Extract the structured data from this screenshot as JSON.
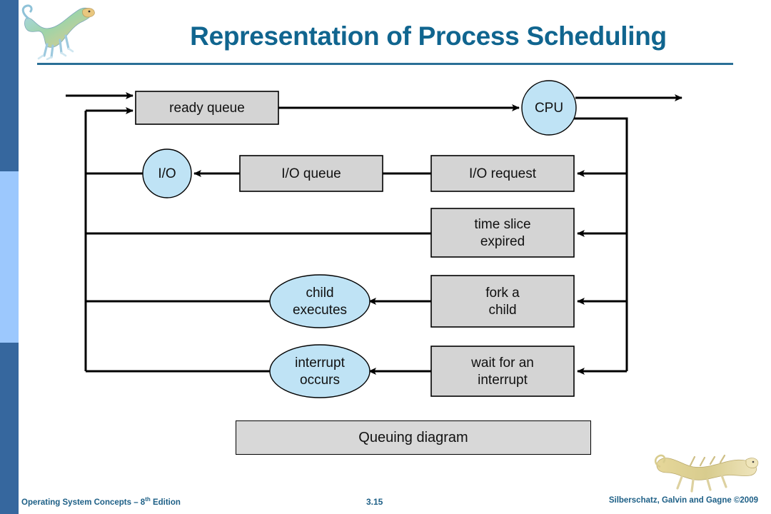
{
  "slide": {
    "title": "Representation of Process Scheduling",
    "caption": "Queuing diagram"
  },
  "colors": {
    "title_blue": "#10658f",
    "rule_blue": "#2a6f96",
    "sidebar_dark": "#36679e",
    "sidebar_light": "#9cc8fd",
    "box_fill": "#d4d4d4",
    "ellipse_fill": "#bfe3f5",
    "stroke": "#000000",
    "footer_blue": "#1d5f86"
  },
  "diagram": {
    "boxes": [
      {
        "id": "ready-queue",
        "label": "ready queue",
        "shape": "rect"
      },
      {
        "id": "io-queue",
        "label": "I/O queue",
        "shape": "rect"
      },
      {
        "id": "io-request",
        "label": "I/O request",
        "shape": "rect"
      },
      {
        "id": "time-slice",
        "label_line1": "time slice",
        "label_line2": "expired",
        "shape": "rect"
      },
      {
        "id": "fork-child",
        "label_line1": "fork a",
        "label_line2": "child",
        "shape": "rect"
      },
      {
        "id": "wait-interrupt",
        "label_line1": "wait for an",
        "label_line2": "interrupt",
        "shape": "rect"
      }
    ],
    "ovals": [
      {
        "id": "cpu",
        "label": "CPU",
        "shape": "circle"
      },
      {
        "id": "io",
        "label": "I/O",
        "shape": "circle"
      },
      {
        "id": "child-executes",
        "label_line1": "child",
        "label_line2": "executes",
        "shape": "ellipse"
      },
      {
        "id": "interrupt-occurs",
        "label_line1": "interrupt",
        "label_line2": "occurs",
        "shape": "ellipse"
      }
    ]
  },
  "footer": {
    "left_main": "Operating System Concepts – 8",
    "left_sup": "th",
    "left_tail": " Edition",
    "page_number": "3.15",
    "right": "Silberschatz, Galvin and Gagne ©2009"
  },
  "icons": {
    "dino_top_left": "dinosaur-icon",
    "dino_bottom_right": "dinosaur-icon"
  }
}
